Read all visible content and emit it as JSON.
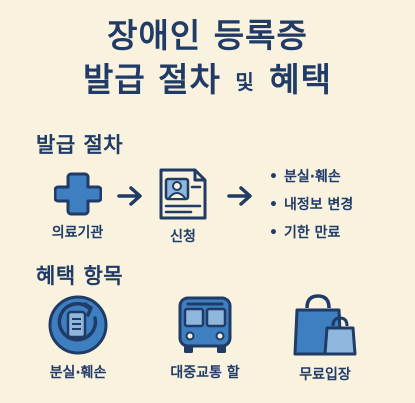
{
  "title": {
    "line1": "장애인 등록증",
    "line2_part1": "발급 절차",
    "line2_small": "및",
    "line2_part2": "혜택"
  },
  "process": {
    "heading": "발급 절차",
    "steps": [
      {
        "label": "의료기관",
        "icon": "medical-cross-icon"
      },
      {
        "label": "신청",
        "icon": "id-card-icon"
      }
    ],
    "arrow_icon": "arrow-right-icon",
    "bullet_mark": "•",
    "bullets": [
      "분실·훼손",
      "내정보 변경",
      "기한 만료"
    ]
  },
  "benefits": {
    "heading": "혜택 항목",
    "items": [
      {
        "label": "분실·훼손",
        "icon": "card-renew-icon"
      },
      {
        "label": "대중교통 할",
        "icon": "bus-icon"
      },
      {
        "label": "무료입장",
        "icon": "shopping-bag-icon"
      }
    ]
  },
  "colors": {
    "background": "#f8f2df",
    "navy": "#1f3b66",
    "blue": "#3e7fc1",
    "light_blue": "#8fb6dd"
  }
}
